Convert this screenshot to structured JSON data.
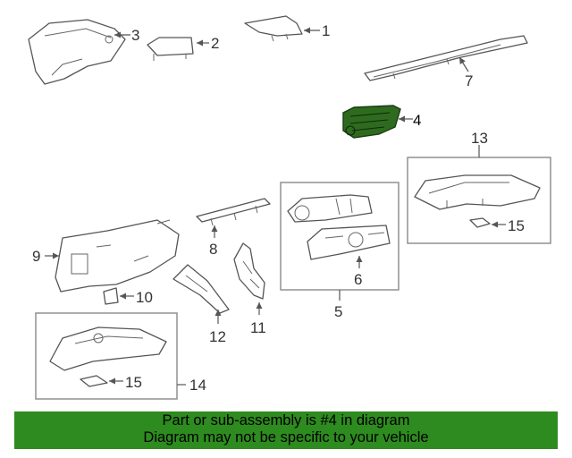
{
  "callouts": {
    "c1": "1",
    "c2": "2",
    "c3": "3",
    "c4": "4",
    "c5": "5",
    "c6": "6",
    "c7": "7",
    "c8": "8",
    "c9": "9",
    "c10": "10",
    "c11": "11",
    "c12": "12",
    "c13": "13",
    "c14": "14",
    "c15a": "15",
    "c15b": "15"
  },
  "highlighted_part": "4",
  "banner": {
    "line1": "Part or sub-assembly is #4 in diagram",
    "line2": "Diagram may not be specific to your vehicle"
  },
  "colors": {
    "banner_bg": "#2e8b1f",
    "highlight_fill": "#2e6b1e",
    "line": "#555555"
  }
}
